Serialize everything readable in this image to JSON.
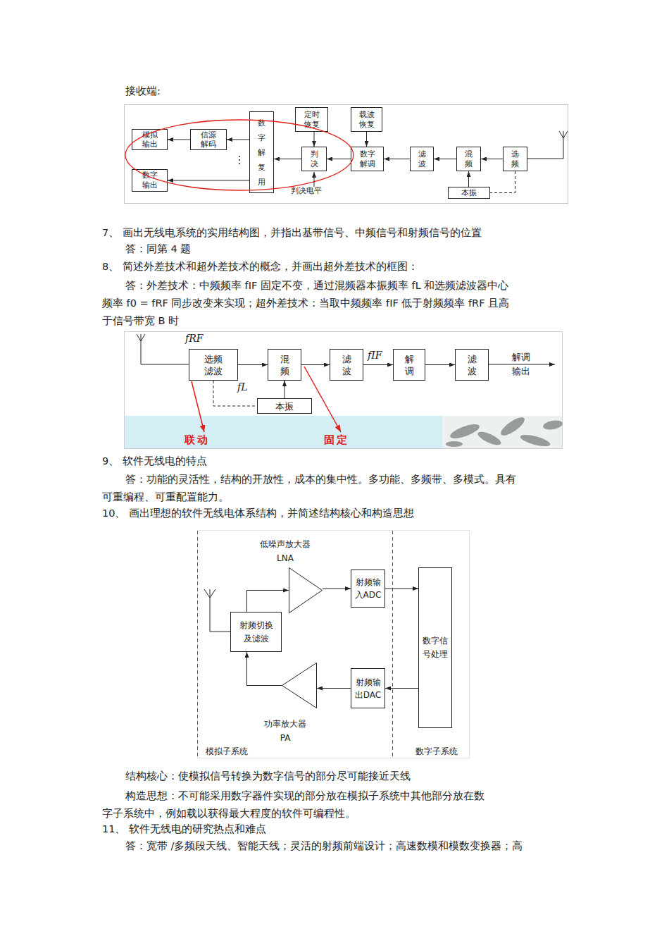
{
  "diagram": {
    "nodes": [
      {
        "text": [
          "定时 恢复"
        ]
      },
      {
        "text": [
          "载波 恢复"
        ]
      },
      {
        "text": [
          "模拟 输出"
        ]
      },
      {
        "text": [
          "信源 解码"
        ]
      },
      {
        "text": [
          "数 字 解 复 用"
        ]
      },
      {
        "text": [
          "判 决"
        ]
      },
      {
        "text": [
          "数字 解调"
        ]
      },
      {
        "text": [
          "滤 波"
        ]
      },
      {
        "text": [
          "混 频"
        ]
      },
      {
        "text": [
          "选 频"
        ]
      },
      {
        "text": [
          "数字 输出"
        ]
      },
      {
        "text": [
          "本振"
        ]
      },
      {
        "text": [
          "选频 滤波"
        ]
      },
      {
        "text": [
          "混 频"
        ]
      },
      {
        "text": [
          "滤 波"
        ]
      },
      {
        "text": [
          "解 调"
        ]
      },
      {
        "text": [
          "滤 波"
        ]
      },
      {
        "text": [
          "本振"
        ]
      },
      {
        "text": [
          "低噪声放大器 LNA"
        ]
      },
      {
        "text": [
          "射频输 入ADC"
        ]
      },
      {
        "text": [
          "射频切换 及滤波"
        ]
      },
      {
        "text": [
          "数字信 号处理"
        ]
      },
      {
        "text": [
          "射频输 出DAC"
        ]
      },
      {
        "text": [
          "功率放大器 PA"
        ]
      }
    ],
    "edges": [
      {
        "from": 9,
        "to": 8,
        "arrow": "to"
      },
      {
        "from": 8,
        "to": 7,
        "arrow": "to"
      },
      {
        "from": 7,
        "to": 6,
        "arrow": "to"
      },
      {
        "from": 6,
        "to": 5,
        "arrow": "to"
      },
      {
        "from": 5,
        "to": 4,
        "arrow": "to"
      },
      {
        "from": 4,
        "to": 3,
        "arrow": "to"
      },
      {
        "from": 3,
        "to": 2,
        "arrow": "to"
      },
      {
        "from": 4,
        "to": 10,
        "arrow": "to"
      },
      {
        "from": 0,
        "to": 5,
        "arrow": "to"
      },
      {
        "from": 1,
        "to": 6,
        "arrow": "to"
      },
      {
        "from": 11,
        "to": 8,
        "arrow": "to"
      },
      {
        "from": 9,
        "to": 11,
        "arrow": "none"
      },
      {
        "from": 12,
        "to": 13,
        "arrow": "to"
      },
      {
        "from": 13,
        "to": 14,
        "arrow": "to"
      },
      {
        "from": 14,
        "to": 15,
        "arrow": "to"
      },
      {
        "from": 15,
        "to": 16,
        "arrow": "to"
      },
      {
        "from": 17,
        "to": 13,
        "arrow": "to"
      },
      {
        "from": 12,
        "to": 17,
        "arrow": "none"
      },
      {
        "from": 20,
        "to": 18,
        "arrow": "to"
      },
      {
        "from": 18,
        "to": 19,
        "arrow": "to"
      },
      {
        "from": 19,
        "to": 21,
        "arrow": "to"
      },
      {
        "from": 21,
        "to": 22,
        "arrow": "to"
      },
      {
        "from": 22,
        "to": 23,
        "arrow": "to"
      },
      {
        "from": 23,
        "to": 20,
        "arrow": "to"
      }
    ],
    "labels": [
      "接收端:",
      "判决电平",
      "7、 画出无线电系统的实用结构图，并指出基带信号、中频信号和射频信号的位置",
      "答：同第 4 题",
      "8、 简述外差技术和超外差技术的概念，并画出超外差技术的框图：",
      "答：外差技术：中频频率 fIF 固定不变，通过混频器本振频率 fL 和选频滤波器中心频率 f0 = fRF 同步改变来实现；超外差技术：当取中频频率 fIF 低于射频频率 fRF 且高于信号带宽 B 时",
      "fRF",
      "fL",
      "fIF",
      "解调 输出",
      "联动",
      "固定",
      "9、 软件无线电的特点",
      "答：功能的灵活性，结构的开放性，成本的集中性。多功能、多频带、多模式。具有可重编程、可重配置能力。",
      "10、 画出理想的软件无线电体系结构，并简述结构核心和构造思想",
      "模拟子系统",
      "数字子系统",
      "结构核心：使模拟信号转换为数字信号的部分尽可能接近天线",
      "构造思想：不可能采用数字器件实现的部分放在模拟子系统中其他部分放在数字子系统中，例如载以获得最大程度的软件可编程性。",
      "11、 软件无线电的研究热点和难点",
      "答：宽带 /多频段天线、智能天线；灵活的射频前端设计；高速数模和模数变换器；高"
    ]
  }
}
